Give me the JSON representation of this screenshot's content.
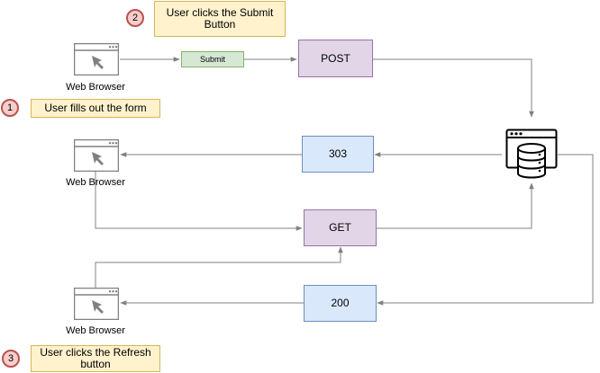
{
  "steps": [
    {
      "number": "1",
      "text": "User fills out the form"
    },
    {
      "number": "2",
      "text": "User clicks the Submit Button"
    },
    {
      "number": "3",
      "text": "User clicks the Refresh button"
    }
  ],
  "browser_label": "Web Browser",
  "submit_label": "Submit",
  "requests": {
    "post": "POST",
    "get": "GET"
  },
  "responses": {
    "redirect": "303",
    "ok": "200"
  },
  "icons": {
    "browser": "browser-window-cursor-icon",
    "server": "server-database-icon"
  },
  "colors": {
    "note_fill": "#fff2cc",
    "note_stroke": "#d6b656",
    "request_fill": "#e1d5e7",
    "request_stroke": "#9673a6",
    "response_fill": "#dae8fc",
    "response_stroke": "#6c8ebf",
    "button_fill": "#d5e8d4",
    "button_stroke": "#82b366",
    "badge_fill": "#f8cecc",
    "badge_stroke": "#b85450",
    "connector": "#808080"
  }
}
